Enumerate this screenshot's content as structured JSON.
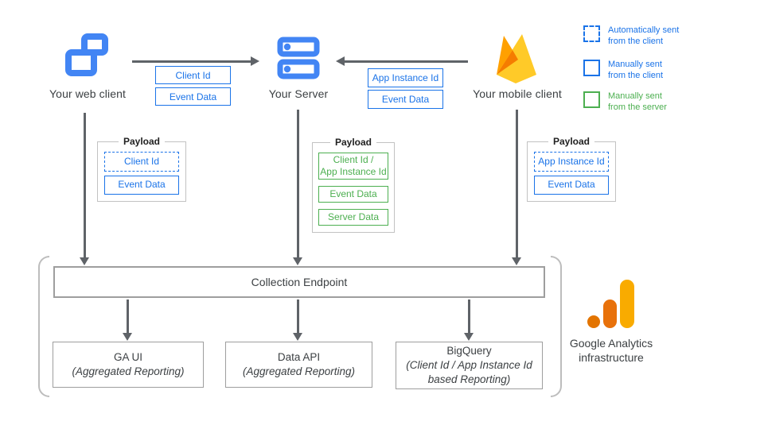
{
  "clients": {
    "web": {
      "label": "Your web client",
      "icon": "overlapping-windows-icon"
    },
    "server": {
      "label": "Your Server",
      "icon": "server-stack-icon"
    },
    "mobile": {
      "label": "Your mobile client",
      "icon": "firebase-icon"
    }
  },
  "edges": {
    "web_to_server": {
      "params": [
        "Client Id",
        "Event Data"
      ]
    },
    "mobile_to_server": {
      "params": [
        "App Instance Id",
        "Event Data"
      ]
    }
  },
  "legend": [
    {
      "style": "dashed-blue",
      "label": "Automatically sent\nfrom the client"
    },
    {
      "style": "solid-blue",
      "label": "Manually sent\nfrom the client"
    },
    {
      "style": "solid-green",
      "label": "Manually sent\nfrom the server"
    }
  ],
  "payloads": {
    "web": {
      "title": "Payload",
      "items": [
        {
          "label": "Client Id",
          "style": "dashed-blue"
        },
        {
          "label": "Event Data",
          "style": "solid-blue"
        }
      ]
    },
    "server": {
      "title": "Payload",
      "items": [
        {
          "label": "Client Id /\nApp Instance Id",
          "style": "solid-green"
        },
        {
          "label": "Event Data",
          "style": "solid-green"
        },
        {
          "label": "Server Data",
          "style": "solid-green"
        }
      ]
    },
    "mobile": {
      "title": "Payload",
      "items": [
        {
          "label": "App Instance Id",
          "style": "dashed-blue"
        },
        {
          "label": "Event Data",
          "style": "solid-blue"
        }
      ]
    }
  },
  "infrastructure": {
    "endpoint": "Collection Endpoint",
    "outputs": [
      {
        "title": "GA UI",
        "subtitle": "(Aggregated Reporting)"
      },
      {
        "title": "Data API",
        "subtitle": "(Aggregated Reporting)"
      },
      {
        "title": "BigQuery",
        "subtitle": "(Client Id / App Instance Id\nbased Reporting)"
      }
    ],
    "label": "Google Analytics\ninfrastructure"
  },
  "colors": {
    "icon_blue": "#4285f4",
    "accent_blue": "#1a73e8",
    "accent_green": "#4caf50",
    "arrow_gray": "#5f6368",
    "box_border_gray": "#9e9e9e",
    "bracket_gray": "#bdbdbd",
    "text_dark": "#3c4043",
    "firebase_yellow": "#ffca28",
    "firebase_orange": "#ffa000",
    "firebase_dark_orange": "#f57c00",
    "ga_orange": "#e37400",
    "ga_amber": "#f9ab00"
  }
}
